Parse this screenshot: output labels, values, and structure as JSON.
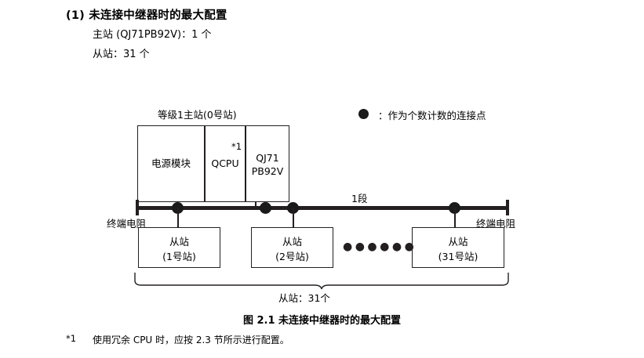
{
  "header": {
    "title": "(1) 未连接中继器时的最大配置",
    "spec_master": "主站 (QJ71PB92V)：1 个",
    "spec_slave": "从站：31 个"
  },
  "legend": {
    "symbol": "filled-circle",
    "text": "：作为个数计数的连接点"
  },
  "diagram": {
    "master_caption": "等级1主站(0号站)",
    "master_units": [
      {
        "name": "power-module",
        "label": "电源模块"
      },
      {
        "name": "qcpu",
        "label": "QCPU"
      },
      {
        "name": "pb92v",
        "label_line1": "QJ71",
        "label_line2": "PB92V"
      }
    ],
    "footnote_mark_inline": "*1",
    "segment_label": "1段",
    "terminator_left": "终端电阻",
    "terminator_right": "终端电阻",
    "slaves": [
      {
        "line1": "从站",
        "line2": "(1号站)"
      },
      {
        "line1": "从站",
        "line2": "(2号站)"
      },
      {
        "line1": "从站",
        "line2": "(31号站)"
      }
    ],
    "ellipsis": "●●●●●●",
    "brace_label": "从站：31个"
  },
  "figure_caption": "图 2.1  未连接中继器时的最大配置",
  "footnote": {
    "mark": "*1",
    "text": "使用冗余 CPU 时，应按 2.3 节所示进行配置。"
  },
  "colors": {
    "ink": "#231f20",
    "dot": "#1a1a1a",
    "background": "#ffffff"
  }
}
